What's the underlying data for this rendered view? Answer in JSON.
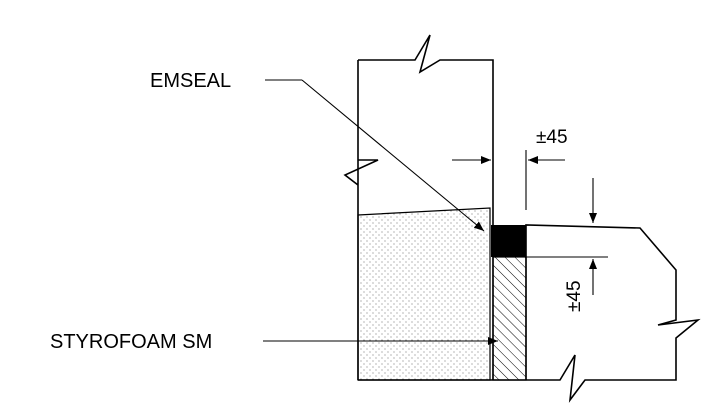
{
  "labels": {
    "emseal": "EMSEAL",
    "styrofoam": "STYROFOAM SM"
  },
  "dimensions": {
    "horizontal_gap": "±45",
    "vertical_gap": "±45"
  },
  "colors": {
    "line": "#000000",
    "seal_fill": "#000000",
    "background": "#ffffff"
  }
}
